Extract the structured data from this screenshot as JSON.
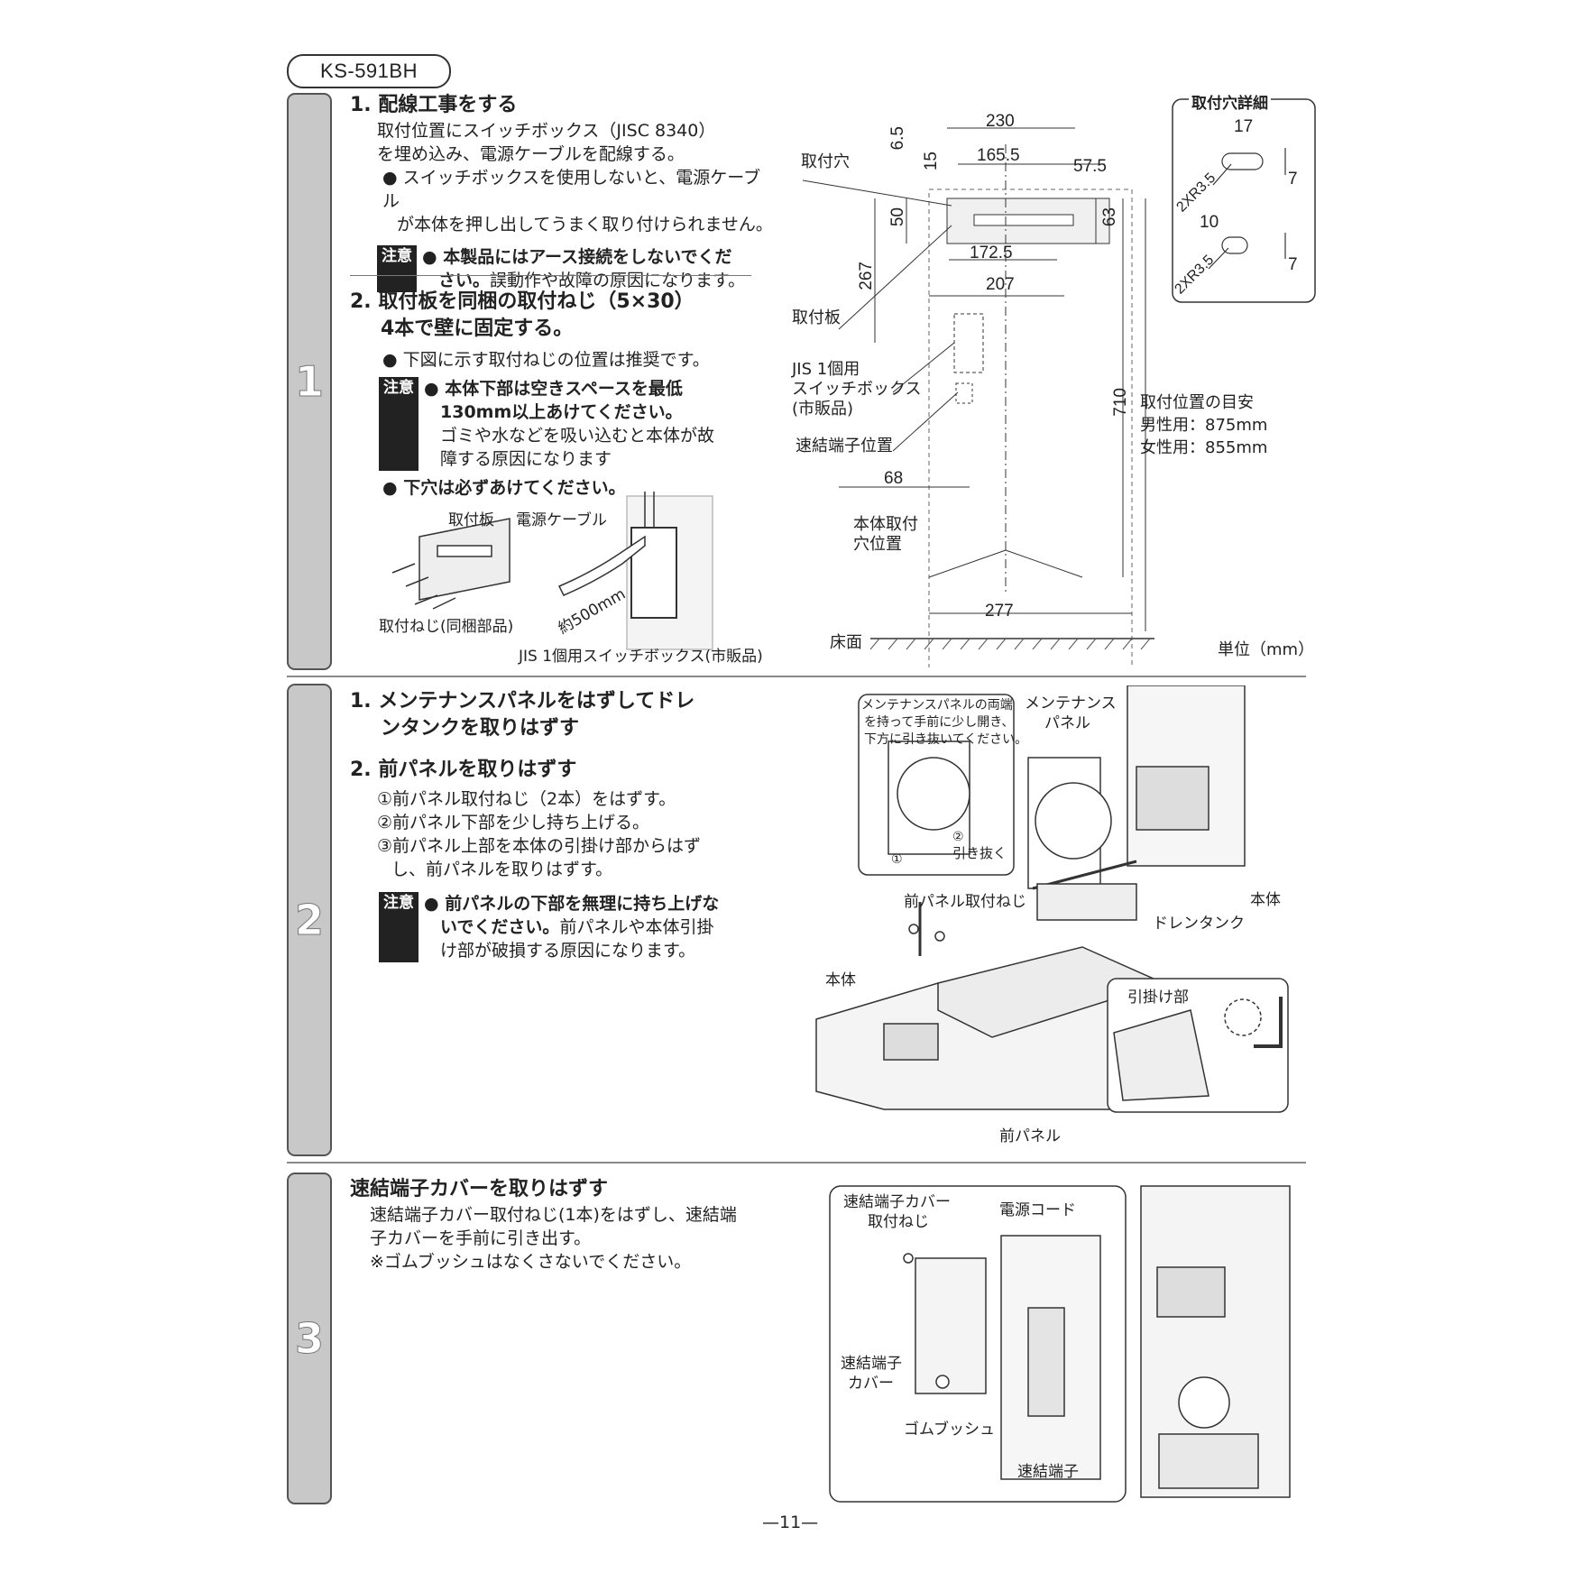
{
  "model": "KS-591BH",
  "page_number": "—11—",
  "tabs": [
    "1",
    "2",
    "3"
  ],
  "caution_label": "注意",
  "s1": {
    "step1_title": "1. 配線工事をする",
    "step1_text1": "取付位置にスイッチボックス（JISC 8340）",
    "step1_text2": "を埋め込み、電源ケーブルを配線する。",
    "step1_bullet1": "● スイッチボックスを使用しないと、電源ケーブル",
    "step1_bullet2": "が本体を押し出してうまく取り付けられません。",
    "caution1_bold1": "● 本製品にはアース接続をしないでくだ",
    "caution1_bold2": "さい。",
    "caution1_text2": "誤動作や故障の原因になります。",
    "step2_title1": "2. 取付板を同梱の取付ねじ（5×30）",
    "step2_title2": "4本で壁に固定する。",
    "step2_bullet": "● 下図に示す取付ねじの位置は推奨です。",
    "caution2_bold1": "● 本体下部は空きスペースを最低",
    "caution2_bold2": "130mm以上あけてください。",
    "caution2_text1": "ゴミや水などを吸い込むと本体が故",
    "caution2_text2": "障する原因になります",
    "step2_bullet2": "● 下穴は必ずあけてください。",
    "fig_mounting_plate": "取付板",
    "fig_power_cable": "電源ケーブル",
    "fig_screws": "取付ねじ(同梱部品)",
    "fig_500": "約500mm",
    "fig_switchbox": "JIS 1個用スイッチボックス(市販品)"
  },
  "drawing": {
    "dim_230": "230",
    "dim_6_5": "6.5",
    "dim_15": "15",
    "dim_165_5": "165.5",
    "dim_57_5": "57.5",
    "dim_50": "50",
    "dim_63": "63",
    "dim_172_5": "172.5",
    "dim_267": "267",
    "dim_207": "207",
    "dim_710": "710",
    "dim_68": "68",
    "dim_277": "277",
    "label_hole": "取付穴",
    "label_plate": "取付板",
    "label_jis1": "JIS 1個用",
    "label_jis2": "スイッチボックス",
    "label_jis3": "(市販品)",
    "label_terminal": "速結端子位置",
    "label_body_hole1": "本体取付",
    "label_body_hole2": "穴位置",
    "label_floor": "床面",
    "label_unit": "単位（mm）",
    "guide_title": "取付位置の目安",
    "guide_male": "男性用：875mm",
    "guide_female": "女性用：855mm",
    "detail_title": "取付穴詳細",
    "detail_17": "17",
    "detail_7a": "7",
    "detail_r1": "2XR3.5",
    "detail_10": "10",
    "detail_7b": "7",
    "detail_r2": "2XR3.5"
  },
  "s2": {
    "step1_title1": "1. メンテナンスパネルをはずしてドレ",
    "step1_title2": "ンタンクを取りはずす",
    "step2_title": "2. 前パネルを取りはずす",
    "sub1": "①前パネル取付ねじ（2本）をはずす。",
    "sub2": "②前パネル下部を少し持ち上げる。",
    "sub3a": "③前パネル上部を本体の引掛け部からはず",
    "sub3b": "し、前パネルを取りはずす。",
    "caution_bold1": "● 前パネルの下部を無理に持ち上げな",
    "caution_bold2": "いでください。",
    "caution_text2": "前パネルや本体引掛",
    "caution_text3": "け部が破損する原因になります。",
    "callout1": "メンテナンスパネルの両端",
    "callout2": "を持って手前に少し開き、",
    "callout3": "下方に引き抜いてください。",
    "fig_circle1": "①",
    "fig_circle2": "②",
    "fig_pull": "引き抜く",
    "fig_maint1": "メンテナンス",
    "fig_maint2": "パネル",
    "fig_body1": "本体",
    "fig_drain": "ドレンタンク",
    "fig_screw": "前パネル取付ねじ",
    "fig_body2": "本体",
    "fig_hook": "引掛け部",
    "fig_front": "前パネル"
  },
  "s3": {
    "title": "速結端子カバーを取りはずす",
    "text1": "速結端子カバー取付ねじ(1本)をはずし、速結端",
    "text2": "子カバーを手前に引き出す。",
    "text3": "※ゴムブッシュはなくさないでください。",
    "fig_screw1": "速結端子カバー",
    "fig_screw2": "取付ねじ",
    "fig_cord": "電源コード",
    "fig_cover1": "速結端子",
    "fig_cover2": "カバー",
    "fig_bush": "ゴムブッシュ",
    "fig_terminal": "速結端子"
  }
}
